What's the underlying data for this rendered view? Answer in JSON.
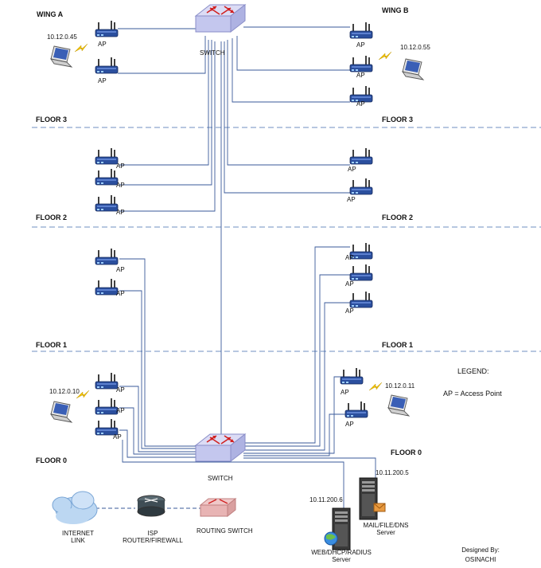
{
  "wings": {
    "a": "WING A",
    "b": "WING B"
  },
  "floors": {
    "f3_left": "FLOOR 3",
    "f3_right": "FLOOR 3",
    "f2_left": "FLOOR 2",
    "f2_right": "FLOOR 2",
    "f1_left": "FLOOR 1",
    "f1_right": "FLOOR 1",
    "f0_left": "FLOOR 0",
    "f0_right": "FLOOR 0"
  },
  "ap_label": "AP",
  "switch_label": "SWITCH",
  "ips": {
    "laptop_wa": "10.12.0.45",
    "laptop_wb": "10.12.0.55",
    "laptop_f0a": "10.12.0.10",
    "laptop_f0b": "10.12.0.11",
    "web_server": "10.11.200.6",
    "mail_server": "10.11.200.5"
  },
  "legend": {
    "title": "LEGEND:",
    "entry": "AP = Access Point"
  },
  "devices": {
    "internet": [
      "INTERNET",
      "LINK"
    ],
    "isp": [
      "ISP",
      "ROUTER/FIREWALL"
    ],
    "routing_switch": "ROUTING SWITCH",
    "web": [
      "WEB/DHCP/RADIUS",
      "Server"
    ],
    "mail": [
      "MAIL/FILE/DNS",
      "Server"
    ]
  },
  "credit": {
    "line1": "Designed By:",
    "line2": "OSINACHI"
  },
  "colors": {
    "link": "#3a5a9a",
    "dashed": "#6f8fc0",
    "ap_body": "#2b4f9e",
    "switch": "#c9ccf0",
    "arrow": "#d02020",
    "bolt": "#f2c200"
  }
}
